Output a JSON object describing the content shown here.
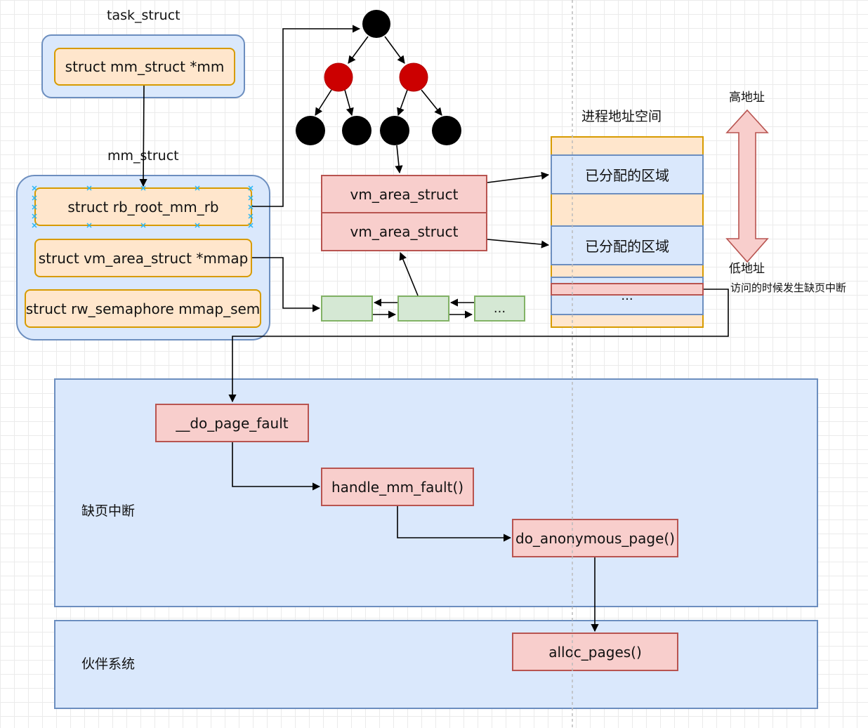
{
  "task": {
    "title": "task_struct",
    "mm_field": "struct mm_struct *mm"
  },
  "mm": {
    "title": "mm_struct",
    "rb_field": "struct rb_root_mm_rb",
    "mmap_field": "struct vm_area_struct *mmap",
    "sem_field": "struct rw_semaphore mmap_sem"
  },
  "vma": {
    "first": "vm_area_struct",
    "second": "vm_area_struct"
  },
  "vma_list": {
    "ellipsis": "..."
  },
  "address_space": {
    "title": "进程地址空间",
    "allocated_1": "已分配的区域",
    "allocated_2": "已分配的区域",
    "ellipsis": "...",
    "high_label": "高地址",
    "low_label": "低地址",
    "fault_note": "访问的时候发生缺页中断"
  },
  "page_fault": {
    "title": "缺页中断",
    "do_page_fault": "__do_page_fault",
    "handle_mm_fault": "handle_mm_fault()",
    "do_anonymous_page": "do_anonymous_page()"
  },
  "buddy": {
    "title": "伙伴系统",
    "alloc_pages": "alloc_pages()"
  },
  "colors": {
    "orange_fill": "#ffe6cc",
    "orange_stroke": "#d79b00",
    "blue_fill": "#dae8fc",
    "blue_stroke": "#6c8ebf",
    "red_fill": "#f8cecc",
    "red_stroke": "#b85450",
    "green_fill": "#d5e8d4",
    "green_stroke": "#82b366",
    "tree_red": "#cc0000",
    "tree_black": "#000000"
  }
}
